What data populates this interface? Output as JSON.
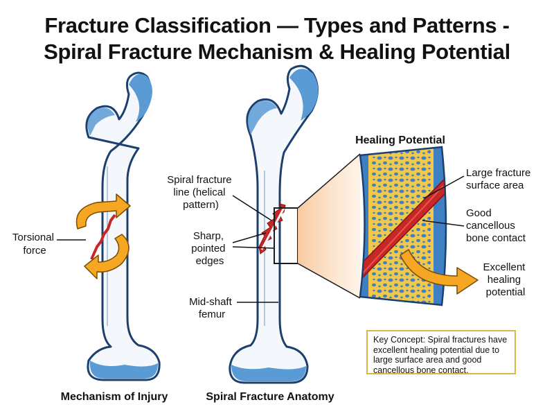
{
  "title": {
    "line1": "Fracture Classification — Types and Patterns -",
    "line2": "Spiral Fracture Mechanism & Healing Potential"
  },
  "left_panel": {
    "caption": "Mechanism of Injury",
    "torsional_label": [
      "Torsional",
      "force"
    ]
  },
  "middle_panel": {
    "caption": "Spiral Fracture Anatomy",
    "labels": {
      "spiral_line": [
        "Spiral fracture",
        "line (helical",
        "pattern)"
      ],
      "sharp_edges": [
        "Sharp,",
        "pointed",
        "edges"
      ],
      "mid_shaft": [
        "Mid-shaft",
        "femur"
      ]
    }
  },
  "healing_panel": {
    "title": "Healing Potential",
    "labels": {
      "surface_area": [
        "Large fracture",
        "surface area"
      ],
      "cancellous": [
        "Good",
        "cancellous",
        "bone contact"
      ],
      "excellent": [
        "Excellent",
        "healing",
        "potential"
      ]
    }
  },
  "key_concept": "Key Concept: Spiral fractures have excellent healing potential due to large surface area and good cancellous bone contact.",
  "colors": {
    "bone_fill": "#f4f7fb",
    "bone_outline": "#1c3f6e",
    "joint_blue": "#5b9bd5",
    "marrow_yellow": "#f2c84b",
    "fracture_red": "#c62828",
    "arrow_orange": "#f5a623",
    "concept_border": "#d9b84a"
  }
}
